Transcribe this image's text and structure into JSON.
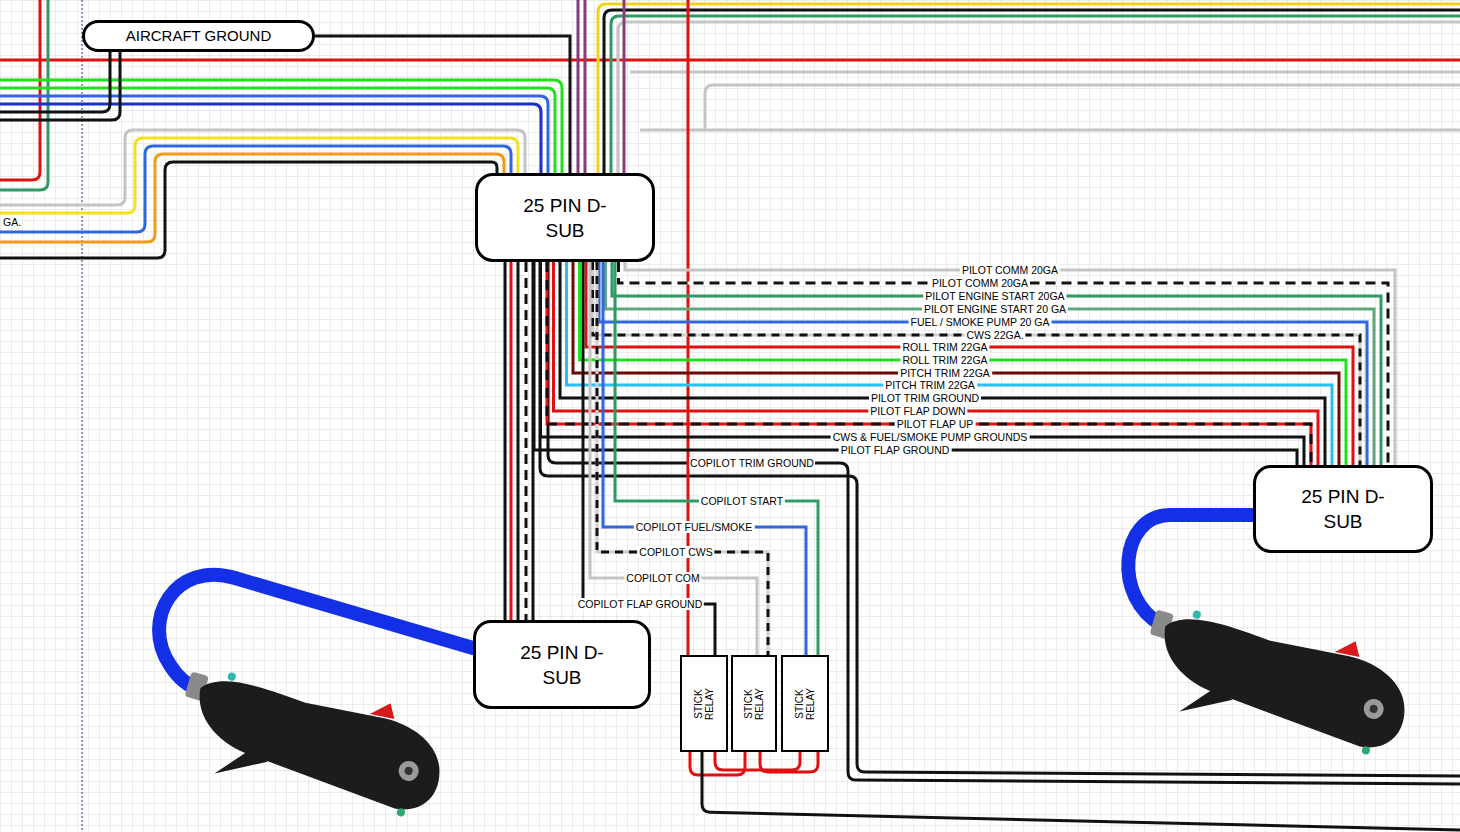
{
  "diagram": {
    "nodes": [
      {
        "text": [
          "AIRCRAFT GROUND"
        ]
      },
      {
        "text": [
          "25 PIN D- SUB"
        ]
      },
      {
        "text": [
          "25 PIN D- SUB"
        ]
      },
      {
        "text": [
          "25 PIN D- SUB"
        ]
      },
      {
        "text": [
          "STICK RELAY"
        ]
      },
      {
        "text": [
          "STICK RELAY"
        ]
      },
      {
        "text": [
          "STICK RELAY"
        ]
      }
    ],
    "edges": [
      {
        "from": 0,
        "to": 1,
        "arrow": "none"
      },
      {
        "from": 1,
        "to": 3,
        "arrow": "none"
      },
      {
        "from": 1,
        "to": 2,
        "label": "PILOT COMM 20GA",
        "arrow": "none"
      },
      {
        "from": 1,
        "to": 2,
        "label": "PILOT COMM 20GA",
        "arrow": "none"
      },
      {
        "from": 1,
        "to": 2,
        "label": "PILOT ENGINE START 20GA",
        "arrow": "none"
      },
      {
        "from": 1,
        "to": 2,
        "label": "PILOT ENGINE START 20 GA",
        "arrow": "none"
      },
      {
        "from": 1,
        "to": 2,
        "label": "FUEL / SMOKE PUMP 20 GA",
        "arrow": "none"
      },
      {
        "from": 1,
        "to": 2,
        "label": "CWS 22GA.",
        "arrow": "none"
      },
      {
        "from": 1,
        "to": 2,
        "label": "ROLL TRIM 22GA",
        "arrow": "none"
      },
      {
        "from": 1,
        "to": 2,
        "label": "ROLL TRIM 22GA",
        "arrow": "none"
      },
      {
        "from": 1,
        "to": 2,
        "label": "PITCH TRIM 22GA",
        "arrow": "none"
      },
      {
        "from": 1,
        "to": 2,
        "label": "PITCH TRIM 22GA",
        "arrow": "none"
      },
      {
        "from": 1,
        "to": 2,
        "label": "PILOT TRIM GROUND",
        "arrow": "none"
      },
      {
        "from": 1,
        "to": 2,
        "label": "PILOT FLAP DOWN",
        "arrow": "none"
      },
      {
        "from": 1,
        "to": 2,
        "label": "PILOT FLAP UP",
        "arrow": "none"
      },
      {
        "from": 1,
        "to": 2,
        "label": "CWS & FUEL/SMOKE PUMP GROUNDS",
        "arrow": "none"
      },
      {
        "from": 1,
        "to": 2,
        "label": "PILOT FLAP GROUND",
        "arrow": "none"
      },
      {
        "from": 1,
        "to": 6,
        "label": "COPILOT START",
        "arrow": "none"
      },
      {
        "from": 1,
        "to": 6,
        "label": "COPILOT FUEL/SMOKE",
        "arrow": "none"
      },
      {
        "from": 1,
        "to": 5,
        "label": "COPILOT CWS",
        "arrow": "none"
      },
      {
        "from": 1,
        "to": 5,
        "label": "COPILOT COM",
        "arrow": "none"
      },
      {
        "from": 1,
        "to": 4,
        "label": "COPILOT FLAP GROUND",
        "arrow": "none"
      }
    ],
    "labels": [
      "GA.",
      "COPILOT TRIM GROUND"
    ]
  }
}
